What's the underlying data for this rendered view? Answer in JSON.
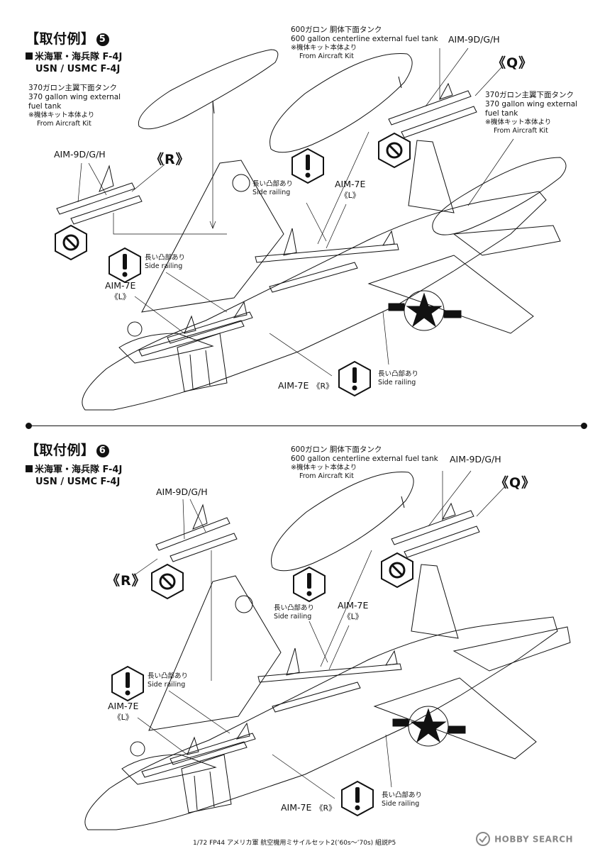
{
  "sections": [
    {
      "title": "【取付例】",
      "number": "5",
      "variant_jp": "米海軍・海兵隊 F-4J",
      "variant_en": "USN / USMC F-4J",
      "centerline_tank": {
        "jp": "600ガロン 胴体下面タンク",
        "en": "600 gallon centerline external fuel tank",
        "note_jp": "※機体キット本体より",
        "note_en": "From Aircraft Kit"
      },
      "wing_tank_left": {
        "jp": "370ガロン主翼下面タンク",
        "en1": "370 gallon wing external",
        "en2": "fuel tank",
        "note_jp": "※機体キット本体より",
        "note_en": "From Aircraft Kit"
      },
      "wing_tank_right": {
        "jp": "370ガロン主翼下面タンク",
        "en1": "370 gallon wing external",
        "en2": "fuel tank",
        "note_jp": "※機体キット本体より",
        "note_en": "From Aircraft Kit"
      },
      "aim9_left": "AIM-9D/G/H",
      "aim9_right": "AIM-9D/G/H",
      "pos_q": "《Q》",
      "pos_r": "《R》",
      "aim7_upper": {
        "name": "AIM-7E",
        "pos": "《L》",
        "rail_jp": "長い凸部あり",
        "rail_en": "Side railing"
      },
      "aim7_left": {
        "name": "AIM-7E",
        "pos": "《L》",
        "rail_jp": "長い凸部あり",
        "rail_en": "Side railing"
      },
      "aim7_bottom": {
        "name": "AIM-7E",
        "pos": "《R》",
        "rail_jp": "長い凸部あり",
        "rail_en": "Side railing"
      }
    },
    {
      "title": "【取付例】",
      "number": "6",
      "variant_jp": "米海軍・海兵隊 F-4J",
      "variant_en": "USN / USMC F-4J",
      "centerline_tank": {
        "jp": "600ガロン 胴体下面タンク",
        "en": "600 gallon centerline external fuel tank",
        "note_jp": "※機体キット本体より",
        "note_en": "From Aircraft Kit"
      },
      "aim9_left": "AIM-9D/G/H",
      "aim9_right": "AIM-9D/G/H",
      "pos_q": "《Q》",
      "pos_r": "《R》",
      "aim7_upper": {
        "name": "AIM-7E",
        "pos": "《L》",
        "rail_jp": "長い凸部あり",
        "rail_en": "Side railing"
      },
      "aim7_left": {
        "name": "AIM-7E",
        "pos": "《L》",
        "rail_jp": "長い凸部あり",
        "rail_en": "Side railing"
      },
      "aim7_bottom": {
        "name": "AIM-7E",
        "pos": "《R》",
        "rail_jp": "長い凸部あり",
        "rail_en": "Side railing"
      }
    }
  ],
  "footer": "1/72 FP44 アメリカ軍 航空機用ミサイルセット2(’60s～’70s) 組説P5",
  "brand": "HOBBY SEARCH",
  "colors": {
    "ink": "#111111",
    "paper": "#ffffff",
    "brand_gray": "#888888"
  }
}
